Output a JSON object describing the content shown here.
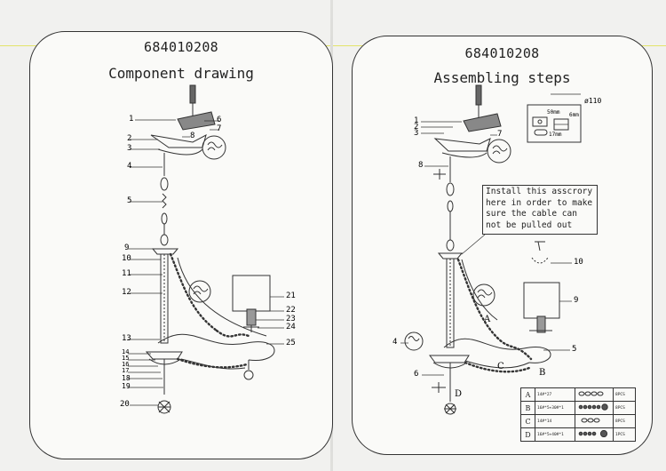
{
  "left_panel": {
    "model": "684010208",
    "title": "Component drawing",
    "callouts": [
      "1",
      "2",
      "3",
      "4",
      "5",
      "6",
      "7",
      "8",
      "9",
      "10",
      "11",
      "12",
      "13",
      "14",
      "15",
      "16",
      "17",
      "18",
      "19",
      "20",
      "21",
      "22",
      "23",
      "24",
      "25"
    ]
  },
  "right_panel": {
    "model": "684010208",
    "title": "Assembling steps",
    "callouts": [
      "1",
      "2",
      "3",
      "4",
      "5",
      "6",
      "7",
      "8",
      "9",
      "10"
    ],
    "labels": [
      "A",
      "B",
      "C",
      "D"
    ],
    "note_lines": [
      "Install this asscrory",
      "here in order to make",
      "sure the cable can",
      "not be pulled out"
    ],
    "detail": {
      "diameter": "ø110",
      "dim_top": "50mm",
      "dim_side": "6mm",
      "dim_bottom": "17mm"
    },
    "parts": [
      {
        "letter": "A",
        "spec": "14#*27",
        "qty": "8PCS"
      },
      {
        "letter": "B",
        "spec": "16#*5+30#*1",
        "qty": "8PCS"
      },
      {
        "letter": "C",
        "spec": "14#*14",
        "qty": "8PCS"
      },
      {
        "letter": "D",
        "spec": "16#*5+40#*1",
        "qty": "1PCS"
      }
    ]
  }
}
